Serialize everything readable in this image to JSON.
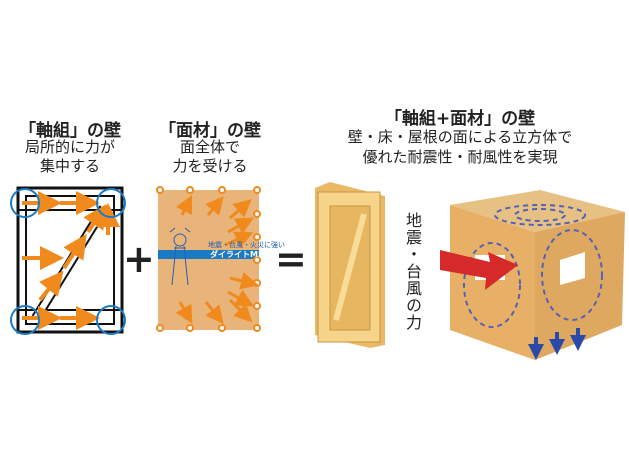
{
  "frame_wall": {
    "title": "「軸組」の壁",
    "line1": "局所的に力が",
    "line2": "集中する"
  },
  "panel_wall": {
    "title": "「面材」の壁",
    "line1": "面全体で",
    "line2": "力を受ける",
    "panel_text": "地震・台風・火災に強い",
    "panel_brand": "ダイライトMS"
  },
  "combined_wall": {
    "title": "「軸組+面材」の壁",
    "line1": "壁・床・屋根の面による立方体で",
    "line2": "優れた耐震性・耐風性を実現"
  },
  "force_label": "地震・台風の力",
  "operators": {
    "plus": "+",
    "equals": "="
  },
  "colors": {
    "orange": "#f08a1c",
    "blue": "#1a7bc4",
    "wood": "#f2c877",
    "panel": "#e9b47a",
    "arrow_blue": "#2b4aa8"
  }
}
